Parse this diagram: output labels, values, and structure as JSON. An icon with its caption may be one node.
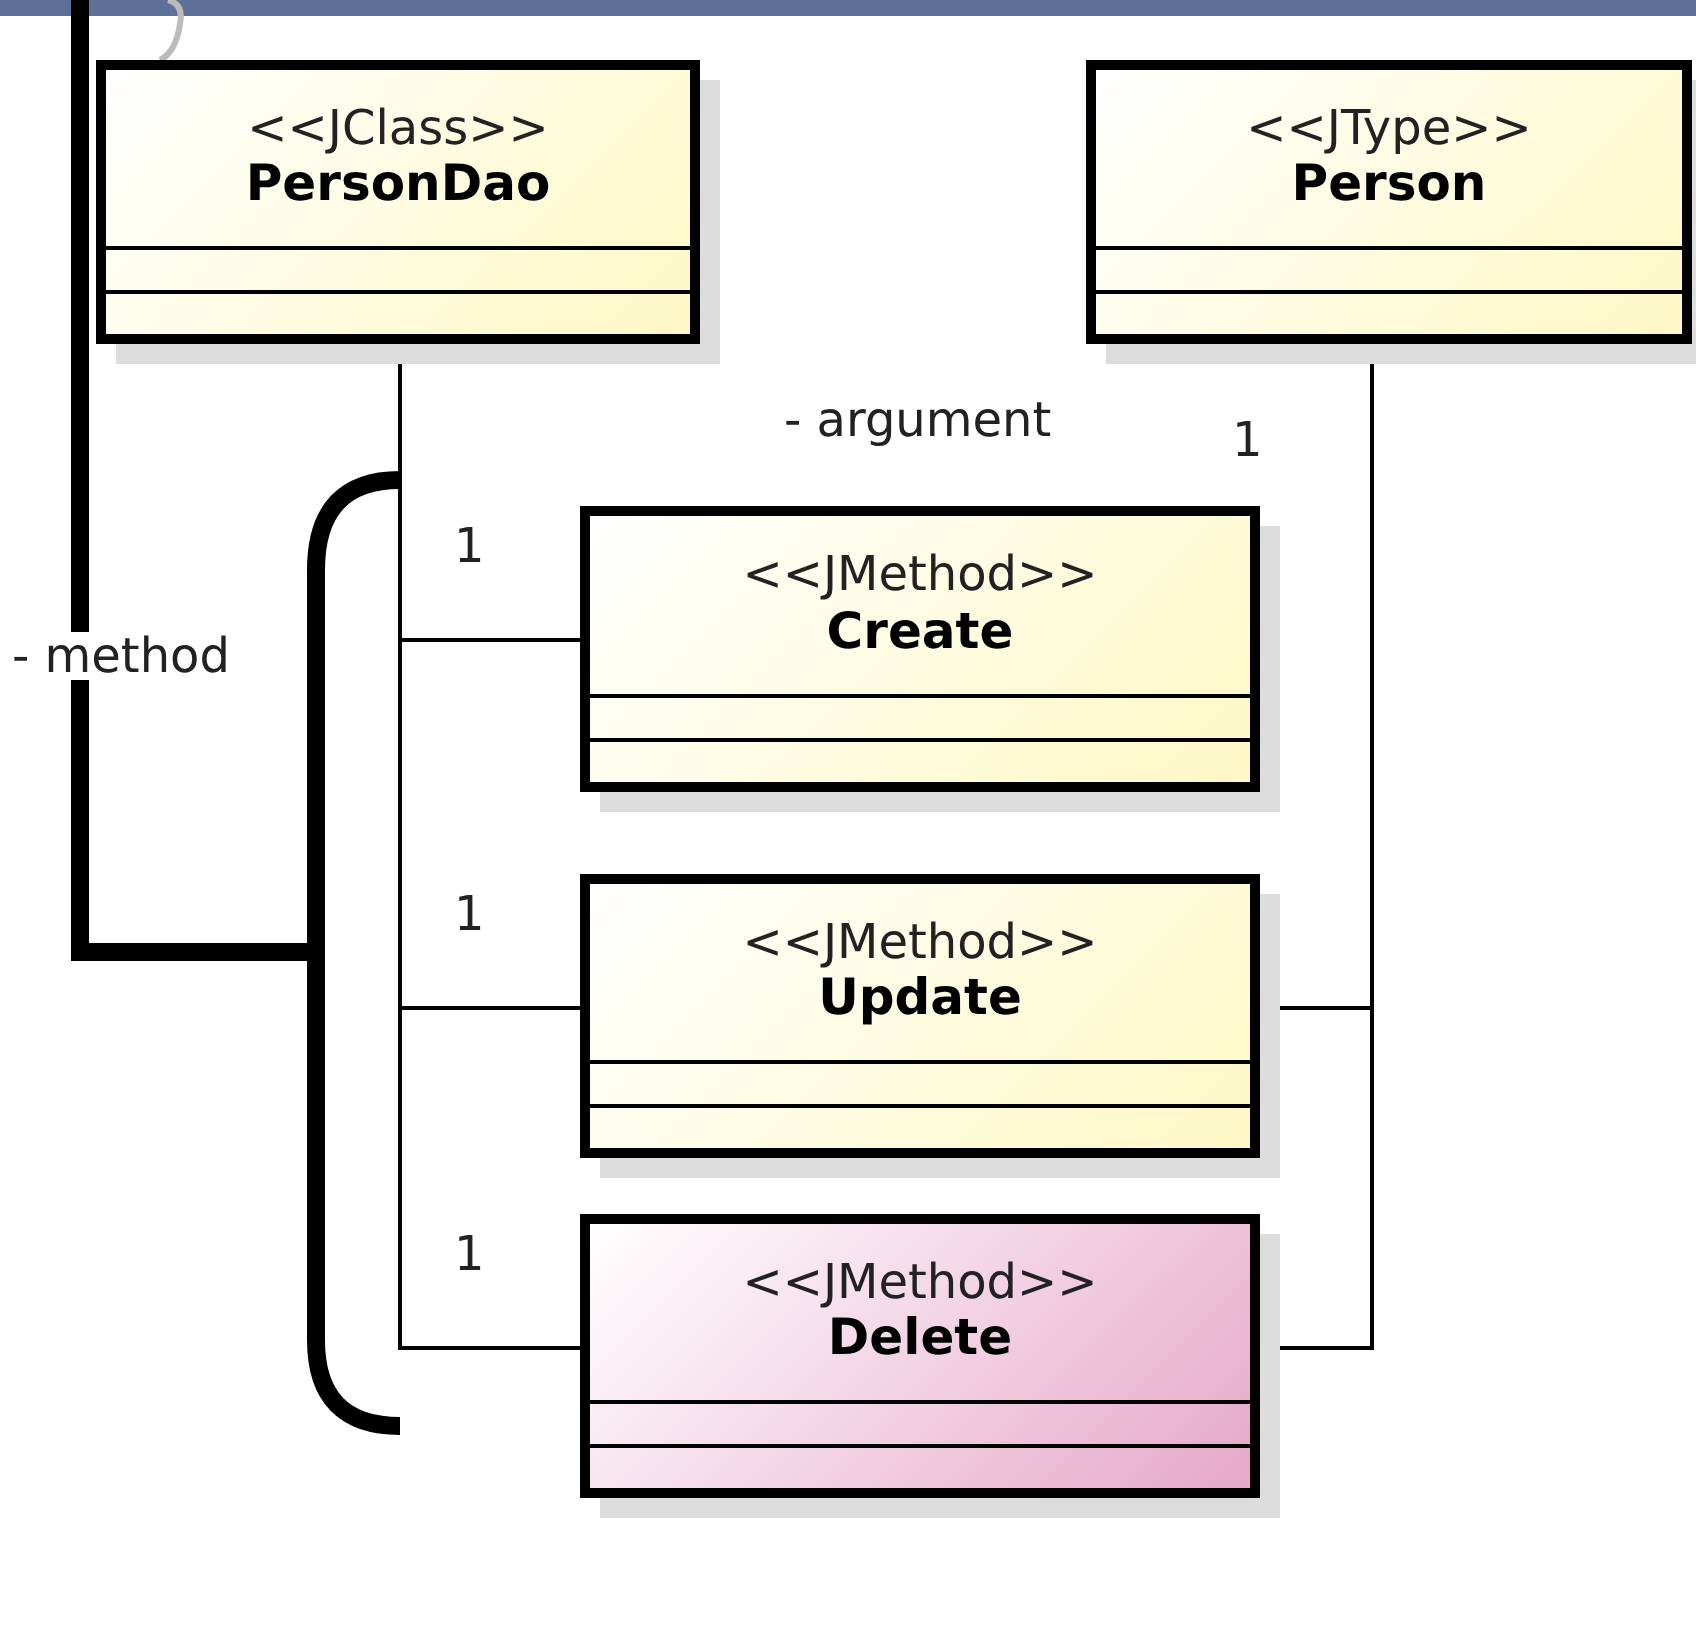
{
  "diagram": {
    "nodes": [
      {
        "text": [
          "<<JClass>>",
          "PersonDao"
        ]
      },
      {
        "text": [
          "<<JType>>",
          "Person"
        ]
      },
      {
        "text": [
          "<<JMethod>>",
          "Create"
        ]
      },
      {
        "text": [
          "<<JMethod>>",
          "Update"
        ]
      },
      {
        "text": [
          "<<JMethod>>",
          "Delete"
        ]
      }
    ],
    "edges": [
      {
        "from": 0,
        "to": 2,
        "arrow": "none",
        "label": "1"
      },
      {
        "from": 0,
        "to": 3,
        "arrow": "none",
        "label": "1"
      },
      {
        "from": 0,
        "to": 4,
        "arrow": "none",
        "label": "1"
      },
      {
        "from": 1,
        "to": 3,
        "arrow": "none"
      },
      {
        "from": 1,
        "to": 4,
        "arrow": "none"
      }
    ],
    "labels": [
      "- method",
      "- argument",
      "1"
    ]
  }
}
